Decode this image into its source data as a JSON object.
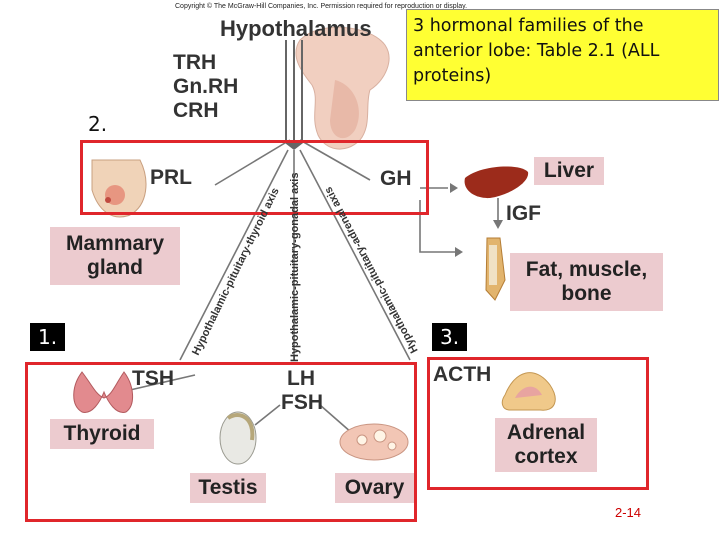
{
  "copyright": "Copyright © The McGraw-Hill Companies, Inc. Permission required for reproduction or display.",
  "title": "Hypothalamus",
  "releasing_hormones": [
    "TRH",
    "Gn.RH",
    "CRH"
  ],
  "callout": "3 hormonal families of the anterior lobe: Table 2.1 (ALL proteins)",
  "group_numbers": {
    "one": "1.",
    "two": "2.",
    "three": "3."
  },
  "hormones": {
    "prl": "PRL",
    "gh": "GH",
    "igf": "IGF",
    "tsh": "TSH",
    "lh": "LH",
    "fsh": "FSH",
    "acth": "ACTH"
  },
  "targets": {
    "liver": "Liver",
    "mammary": "Mammary gland",
    "fat_muscle_bone": "Fat, muscle, bone",
    "thyroid": "Thyroid",
    "testis": "Testis",
    "ovary": "Ovary",
    "adrenal": "Adrenal cortex"
  },
  "axes": {
    "thyroid": "Hypothalamic-pituitary-thyroid axis",
    "gonadal": "Hypothalamic-pituitary-gonadal axis",
    "adrenal": "Hypothalamic-pituitary-adrenal axis"
  },
  "slide_number": "2-14",
  "colors": {
    "highlight": "#ffff33",
    "box_border": "#e0262b",
    "label_bg": "#eccbcf",
    "slide_number": "#cc0000"
  },
  "icons": [
    "hypothalamus-pituitary-illustration",
    "breast-illustration",
    "liver-illustration",
    "bone-muscle-illustration",
    "thyroid-illustration",
    "testis-illustration",
    "ovary-illustration",
    "adrenal-illustration"
  ]
}
